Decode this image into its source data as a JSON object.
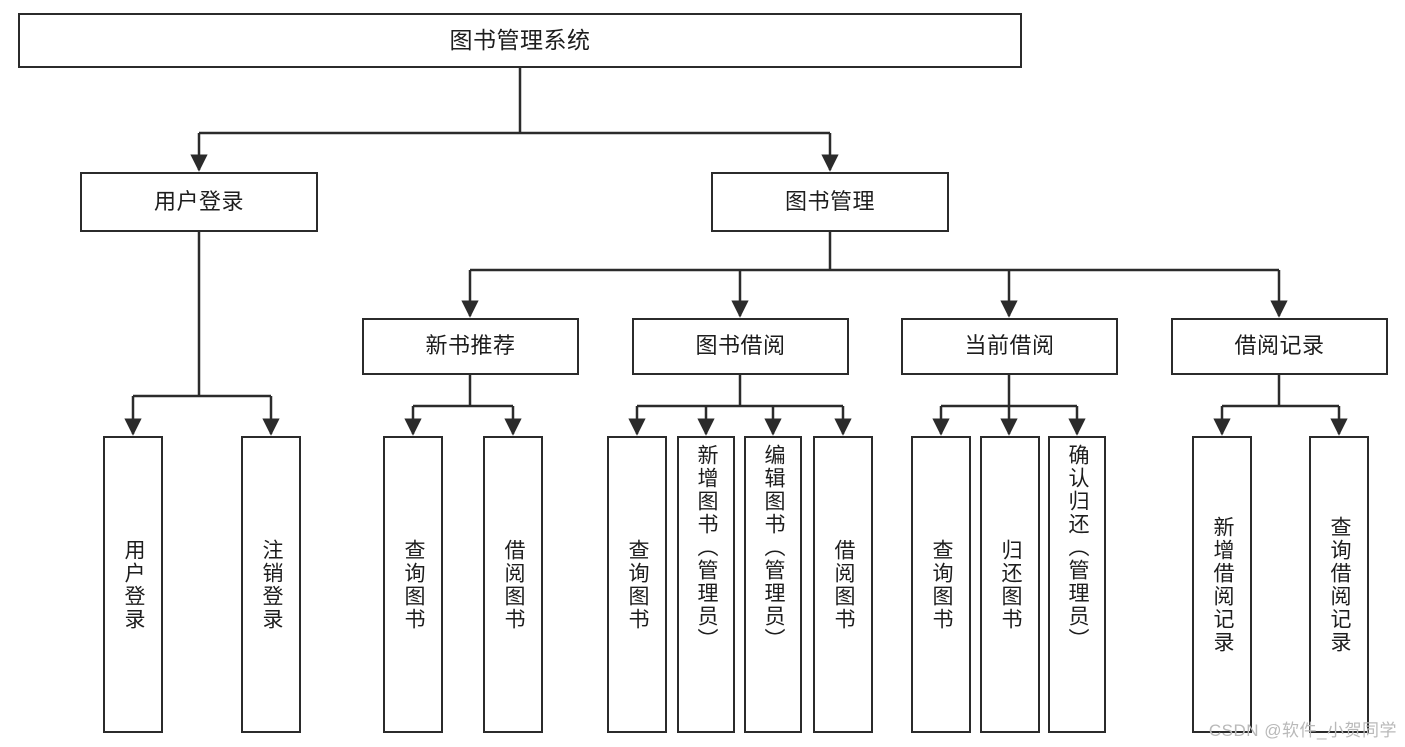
{
  "diagram": {
    "type": "tree",
    "title": "图书管理系统",
    "root": {
      "label": "图书管理系统"
    },
    "level2": [
      {
        "label": "用户登录"
      },
      {
        "label": "图书管理"
      }
    ],
    "level3": [
      {
        "label": "新书推荐"
      },
      {
        "label": "图书借阅"
      },
      {
        "label": "当前借阅"
      },
      {
        "label": "借阅记录"
      }
    ],
    "leaves": {
      "user_login": [
        {
          "label": "用户登录"
        },
        {
          "label": "注销登录"
        }
      ],
      "new_book_recommend": [
        {
          "label": "查询图书"
        },
        {
          "label": "借阅图书"
        }
      ],
      "book_borrow": [
        {
          "label": "查询图书"
        },
        {
          "label": "新增图书（管理员）"
        },
        {
          "label": "编辑图书（管理员）"
        },
        {
          "label": "借阅图书"
        }
      ],
      "current_borrow": [
        {
          "label": "查询图书"
        },
        {
          "label": "归还图书"
        },
        {
          "label": "确认归还（管理员）"
        }
      ],
      "borrow_record": [
        {
          "label": "新增借阅记录"
        },
        {
          "label": "查询借阅记录"
        }
      ]
    }
  },
  "watermark": {
    "text": "CSDN @软件_小贺同学"
  },
  "colors": {
    "stroke": "#2b2b2b",
    "background": "#ffffff",
    "text": "#1d1d1d",
    "watermark": "#b9b9b9"
  }
}
